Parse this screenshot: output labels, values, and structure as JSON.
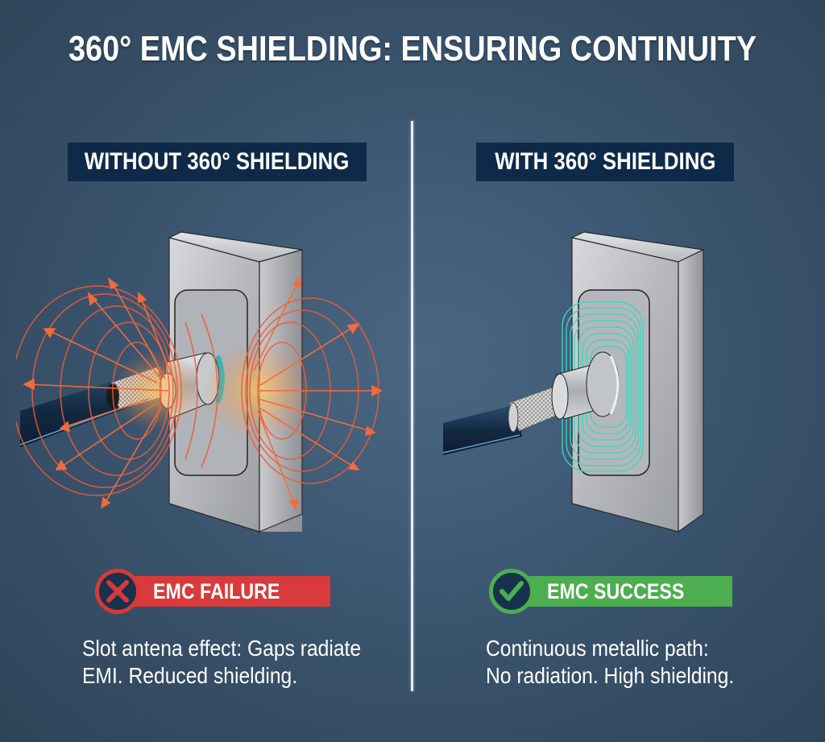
{
  "title": "360° EMC SHIELDING: ENSURING CONTINUITY",
  "colors": {
    "background": "#3d5873",
    "label_bg": "#0f2a48",
    "failure_red": "#d93a3b",
    "success_green": "#4cae4f",
    "emi_field": "#f0583a",
    "contained_field": "#3fd6c0",
    "metal": "#bfc2c6",
    "cable": "#1c3550",
    "divider": "#e9eef3"
  },
  "panels": {
    "left": {
      "label": "WITHOUT 360° SHIELDING",
      "illustration": "cable-connector-with-emi-radiation",
      "status": {
        "icon": "x-circle-icon",
        "text": "EMC FAILURE"
      },
      "description": {
        "line1": "Slot antena effect: Gaps radiate",
        "line2": "EMI. Reduced shielding."
      }
    },
    "right": {
      "label": "WITH 360° SHIELDING",
      "illustration": "cable-connector-with-contained-field",
      "status": {
        "icon": "check-circle-icon",
        "text": "EMC SUCCESS"
      },
      "description": {
        "line1": "Continuous metallic path:",
        "line2": "No radiation. High shielding."
      }
    }
  }
}
